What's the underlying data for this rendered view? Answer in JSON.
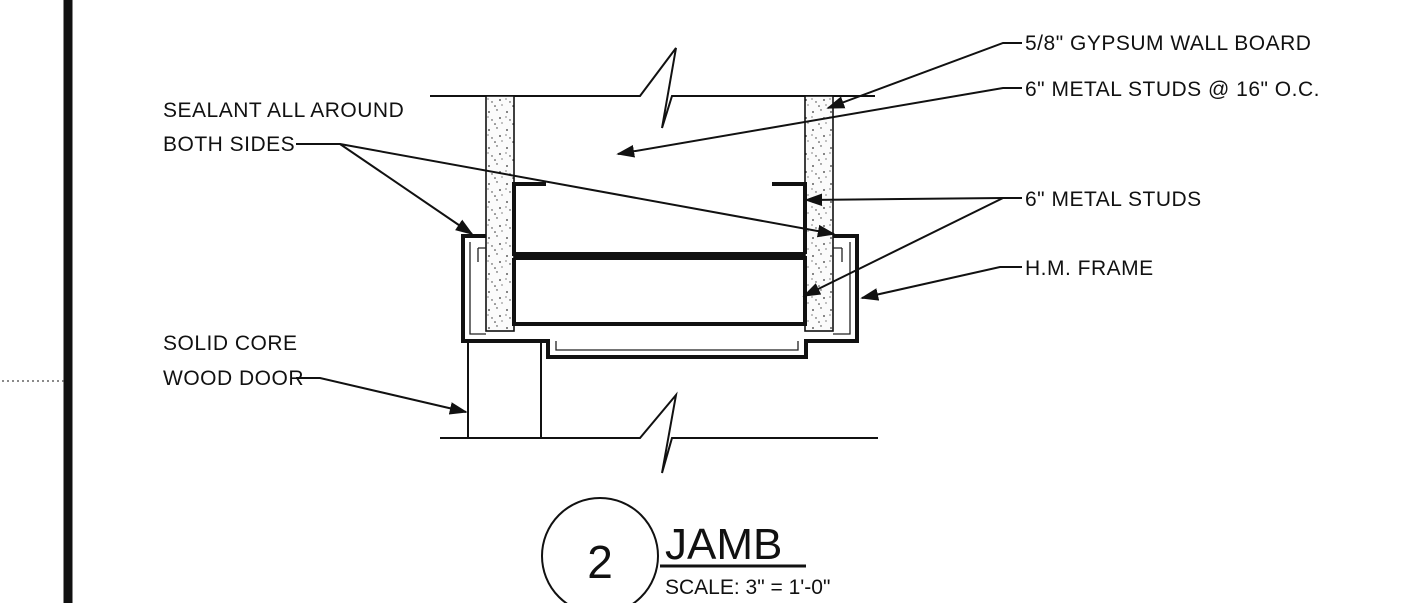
{
  "labels": {
    "gypsum": "5/8\" GYPSUM WALL BOARD",
    "metal_studs_oc": "6\" METAL STUDS @ 16\" O.C.",
    "metal_studs": "6\" METAL STUDS",
    "hm_frame": "H.M. FRAME",
    "sealant_line1": "SEALANT ALL AROUND",
    "sealant_line2": "BOTH SIDES",
    "door_line1": "SOLID CORE",
    "door_line2": "WOOD DOOR"
  },
  "title": {
    "detail_number": "2",
    "name": "JAMB",
    "scale": "SCALE: 3\" = 1'-0\""
  }
}
